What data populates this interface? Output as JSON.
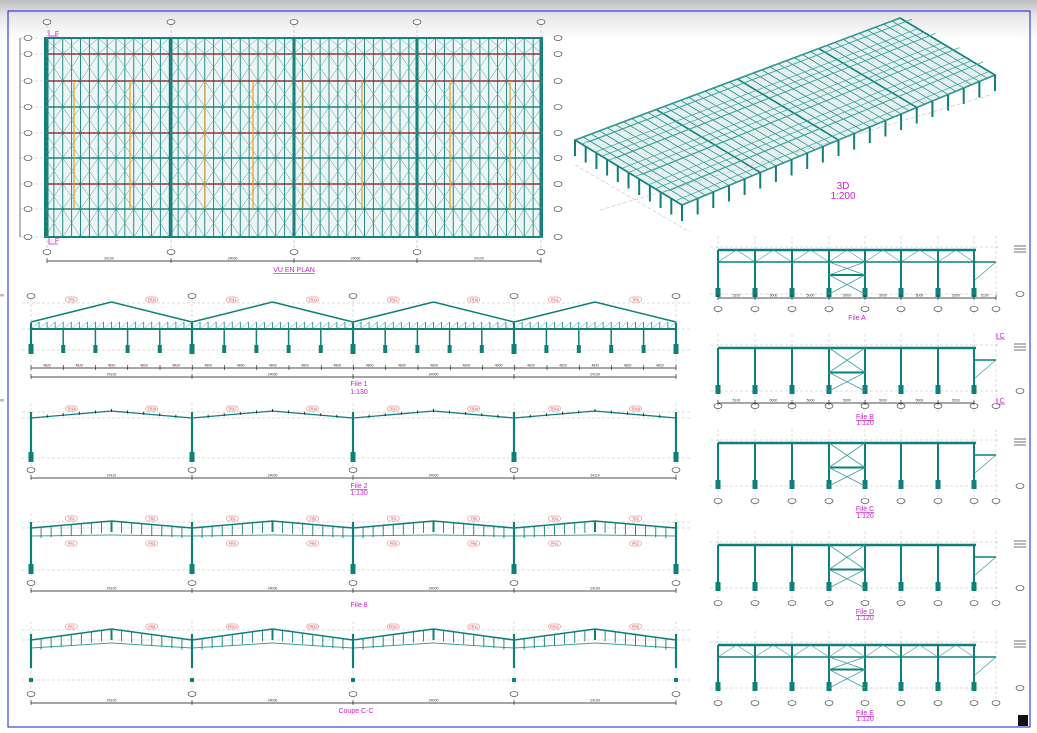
{
  "colors": {
    "steel": "#0f7f7a",
    "steel_light": "#3aa39d",
    "beam_red": "#8b2a2a",
    "brace_orange": "#f39a1e",
    "title": "#cc22cc",
    "border": "#1a1adf",
    "tag": "#e26060"
  },
  "plan": {
    "title": "VU EN PLAN",
    "section_mark": "F",
    "dims": [
      "24100",
      "24000",
      "24000",
      "24100"
    ]
  },
  "view3d": {
    "title": "3D",
    "scale": "1:200"
  },
  "file1": {
    "title": "File 1",
    "scale": "1:130",
    "dims": [
      "24100",
      "24000",
      "24000",
      "24100"
    ],
    "subdims": [
      "4820",
      "4820",
      "4820",
      "4820",
      "4820",
      "4800",
      "4800",
      "4800",
      "4800",
      "4800",
      "4800",
      "4800",
      "4800",
      "4800",
      "4800",
      "4820",
      "4820",
      "4820",
      "4820",
      "4820"
    ],
    "tags": [
      "TR9",
      "TR10",
      "TR11",
      "TR14",
      "TR11",
      "TR16",
      "TR11",
      "TR9"
    ]
  },
  "file2": {
    "title": "File 2",
    "scale": "1:130",
    "dims": [
      "24110",
      "24000",
      "24000",
      "24110"
    ],
    "tags": [
      "TR18",
      "TR15",
      "TR17",
      "TR16",
      "TR17",
      "TR16",
      "TR14",
      "TR18"
    ]
  },
  "file8": {
    "title": "File 8",
    "dims": [
      "24100",
      "24000",
      "24000",
      "24100"
    ],
    "tags": [
      "TR1",
      "TR2",
      "TR1",
      "TR3",
      "TR1",
      "TR5",
      "TR4",
      "TR2"
    ],
    "bottom_tags": [
      "PR1",
      "PR3",
      "PR5",
      "PR9",
      "PR5",
      "PR6",
      "PR4",
      "PR2"
    ]
  },
  "coupe": {
    "title": "Coupe C-C",
    "dims": [
      "24100",
      "24000",
      "24000",
      "24100"
    ],
    "tags": [
      "PR7",
      "PR8",
      "PR10",
      "PR12",
      "PR10",
      "PR11",
      "PR13",
      "PR8"
    ]
  },
  "files_right": [
    {
      "title": "File A",
      "scale": "",
      "dims": [
        "5100",
        "5000",
        "5000",
        "5000",
        "5000",
        "5000",
        "5000",
        "5100",
        "2000"
      ]
    },
    {
      "title": "File B",
      "scale": "1:120",
      "dims": [
        "5100",
        "5000",
        "5000",
        "5000",
        "5000",
        "5000",
        "5000",
        "5100"
      ],
      "section_mark": "C"
    },
    {
      "title": "File C",
      "scale": "1:120"
    },
    {
      "title": "File D",
      "scale": "1:120"
    },
    {
      "title": "File E",
      "scale": "1:120"
    }
  ]
}
